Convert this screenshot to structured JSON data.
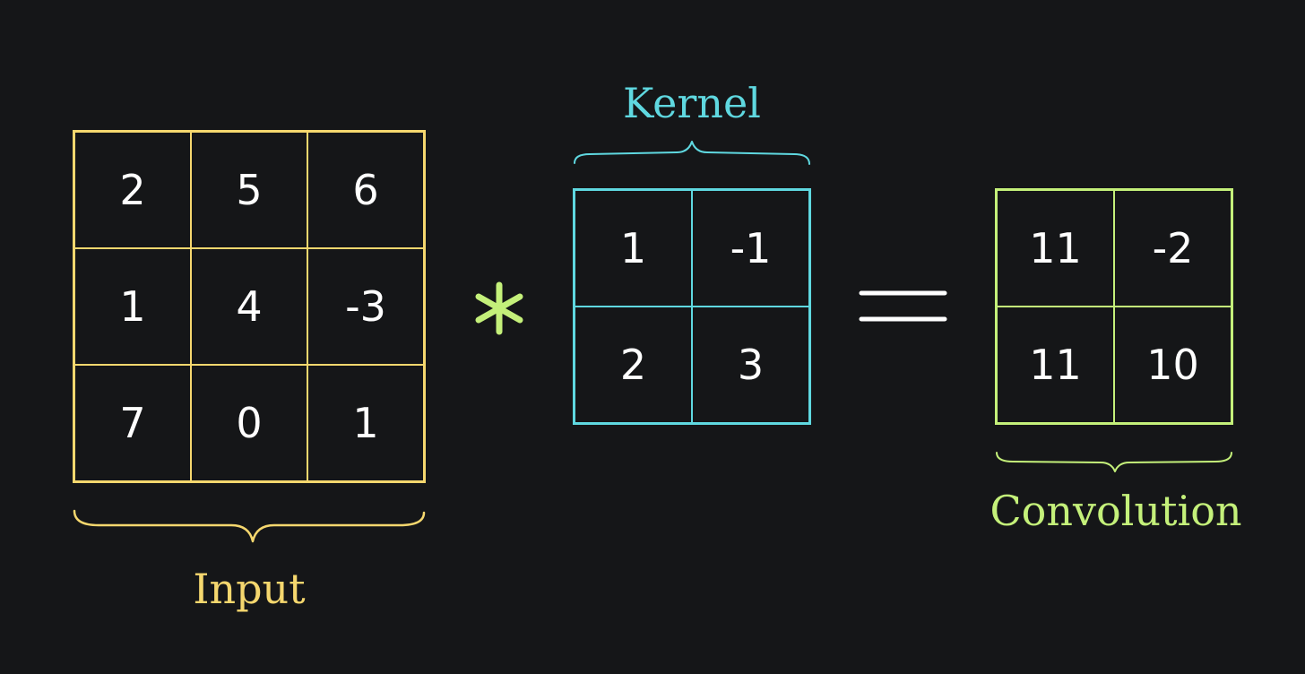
{
  "input": {
    "label": "Input",
    "rows": [
      [
        "2",
        "5",
        "6"
      ],
      [
        "1",
        "4",
        "-3"
      ],
      [
        "7",
        "0",
        "1"
      ]
    ]
  },
  "kernel": {
    "label": "Kernel",
    "rows": [
      [
        "1",
        "-1"
      ],
      [
        "2",
        "3"
      ]
    ]
  },
  "output": {
    "label": "Convolution",
    "rows": [
      [
        "11",
        "-2"
      ],
      [
        "11",
        "10"
      ]
    ]
  },
  "colors": {
    "background": "#151618",
    "input": "#f5d76e",
    "kernel": "#5fd8e0",
    "output": "#c4f07a",
    "operator": "#c4f07a",
    "equals": "#ffffff"
  },
  "icons": {
    "operator": "asterisk-icon",
    "equals": "equals-icon"
  }
}
